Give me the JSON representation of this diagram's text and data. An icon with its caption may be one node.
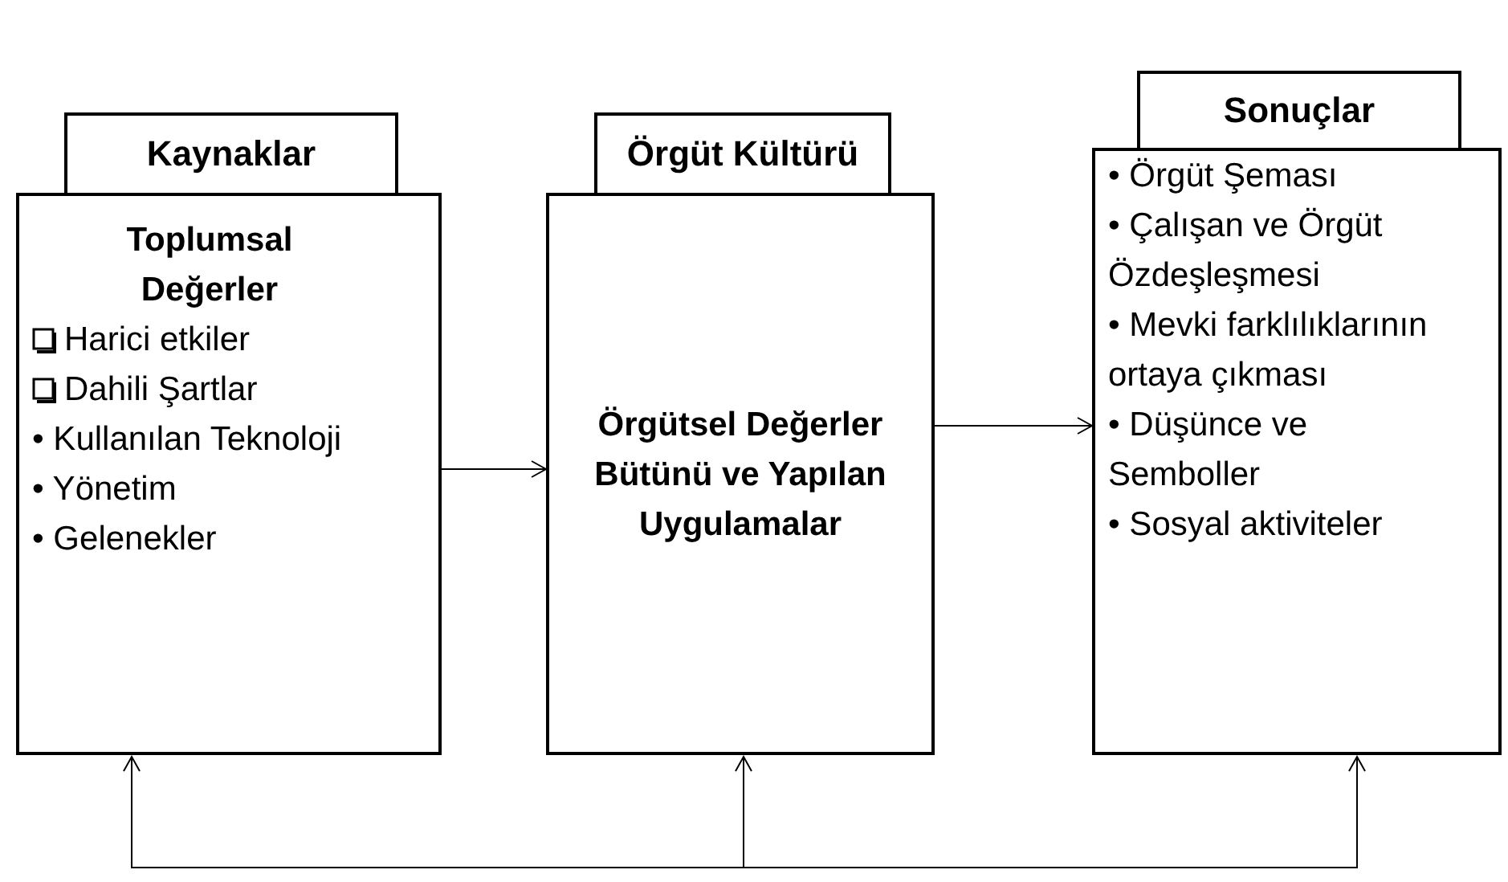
{
  "diagram": {
    "nodes": [
      {
        "text": [
          "Kaynaklar"
        ]
      },
      {
        "text": [
          "Toplumsal Değerler",
          "Harici etkiler",
          "Dahili Şartlar",
          "• Kullanılan Teknoloji",
          "• Yönetim",
          "• Gelenekler"
        ]
      },
      {
        "text": [
          "Örgüt Kültürü"
        ]
      },
      {
        "text": [
          "Örgütsel Değerler Bütünü ve Yapılan Uygulamalar"
        ]
      },
      {
        "text": [
          "Sonuçlar"
        ]
      },
      {
        "text": [
          "• Örgüt Şeması",
          "• Çalışan ve Örgüt Özdeşleşmesi",
          "• Mevki farklılıklarının ortaya çıkması",
          "• Düşünce ve Semboller",
          "• Sosyal aktiviteler"
        ]
      }
    ],
    "edges": [
      {
        "from": 1,
        "to": 3,
        "arrow": "to"
      },
      {
        "from": 3,
        "to": 5,
        "arrow": "to"
      },
      {
        "from": null,
        "to": 1,
        "arrow": "to"
      },
      {
        "from": null,
        "to": 3,
        "arrow": "to"
      },
      {
        "from": null,
        "to": 5,
        "arrow": "to"
      }
    ]
  }
}
